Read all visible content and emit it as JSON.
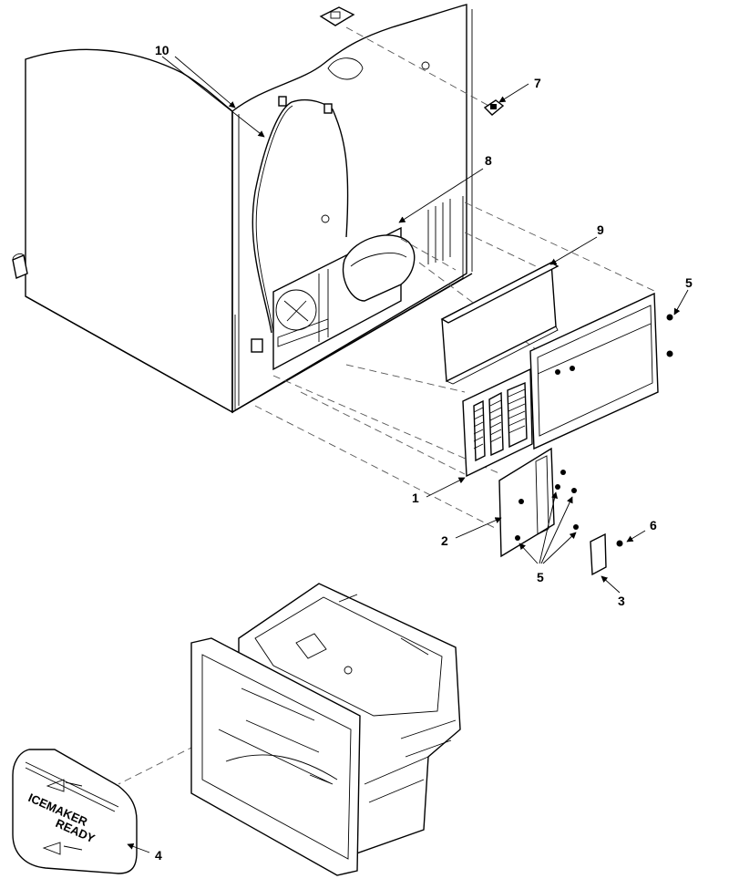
{
  "callouts": [
    {
      "id": "c1",
      "label": "1"
    },
    {
      "id": "c2",
      "label": "2"
    },
    {
      "id": "c3",
      "label": "3"
    },
    {
      "id": "c4",
      "label": "4"
    },
    {
      "id": "c5a",
      "label": "5"
    },
    {
      "id": "c5b",
      "label": "5"
    },
    {
      "id": "c6",
      "label": "6"
    },
    {
      "id": "c7",
      "label": "7"
    },
    {
      "id": "c8",
      "label": "8"
    },
    {
      "id": "c9",
      "label": "9"
    },
    {
      "id": "c10",
      "label": "10"
    }
  ],
  "cover_text": {
    "line1": "ICEMAKER",
    "line2": "READY"
  }
}
